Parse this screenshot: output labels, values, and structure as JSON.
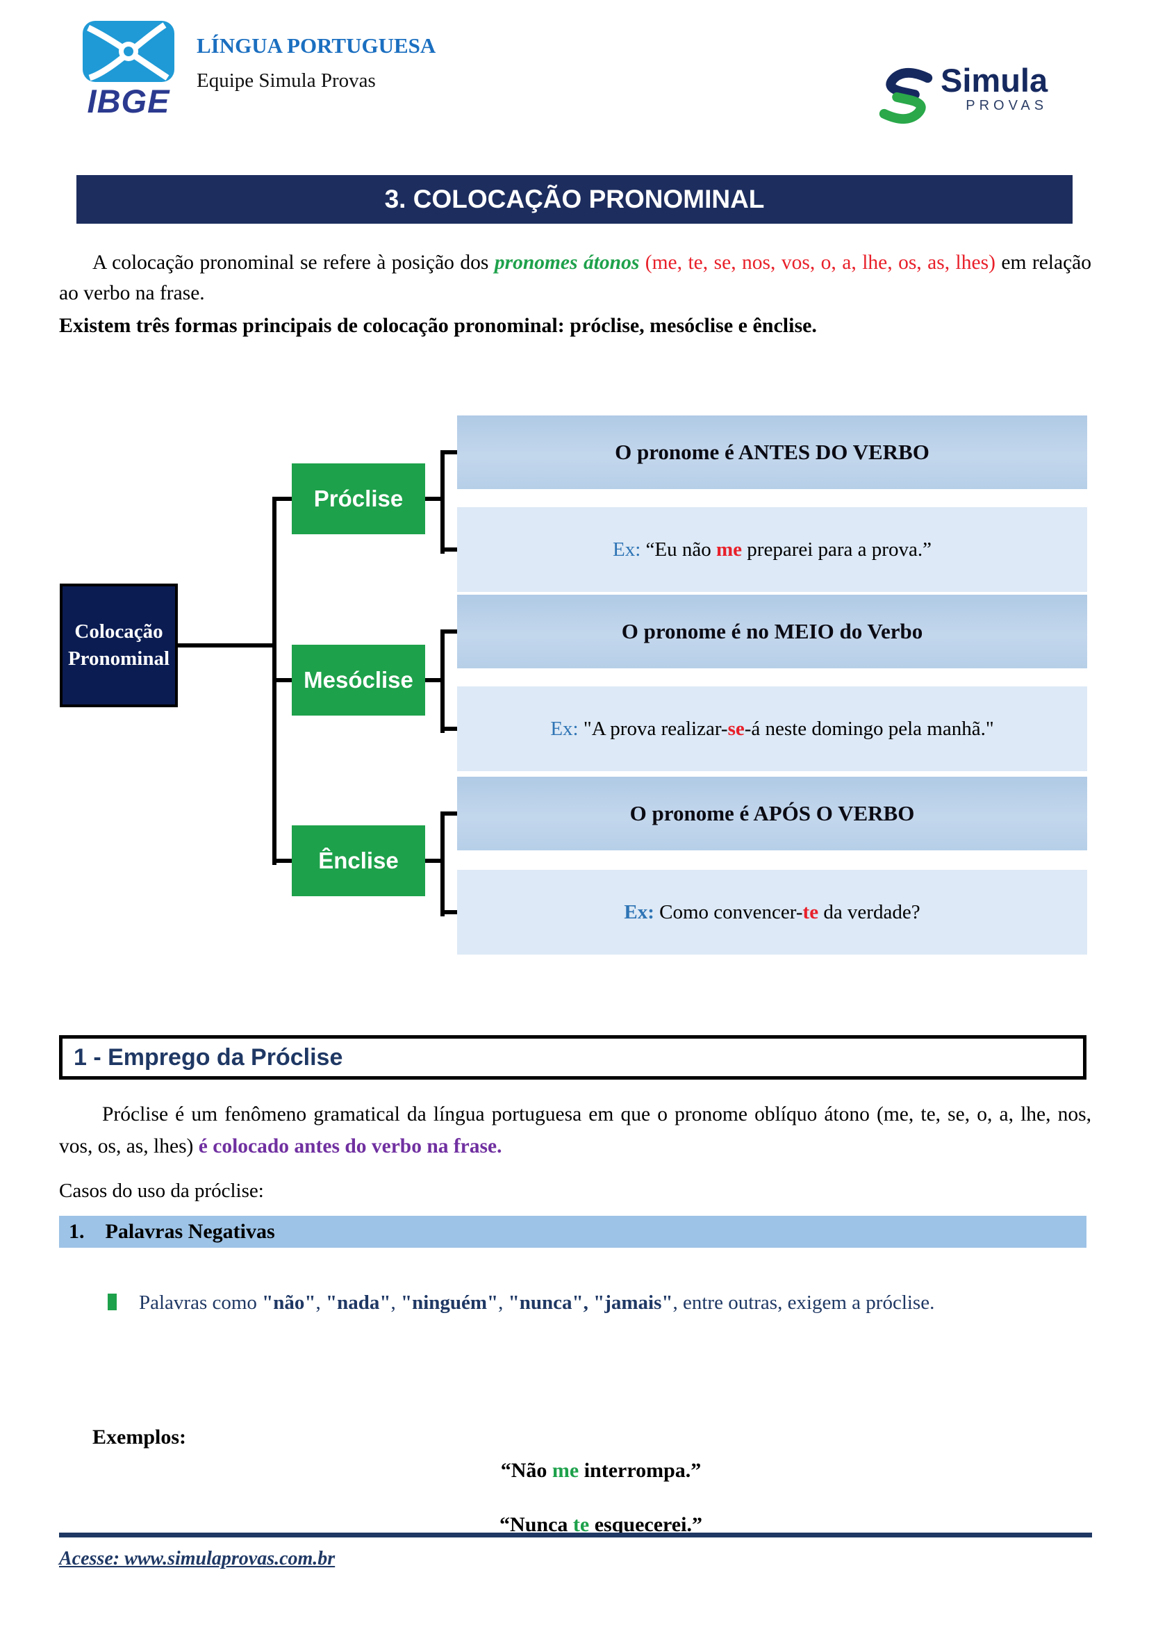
{
  "header": {
    "ibge": {
      "icon": "ibge-logo-icon",
      "wordmark": "IBGE"
    },
    "course_title": "LÍNGUA PORTUGUESA",
    "team": "Equipe Simula Provas",
    "simula": {
      "icon": "simula-s-icon",
      "name": "Simula",
      "sub": "PROVAS"
    }
  },
  "banner": {
    "title": "3. COLOCAÇÃO PRONOMINAL"
  },
  "intro": {
    "p1": {
      "a": "A colocação pronominal se refere à posição dos ",
      "b": "pronomes átonos",
      "c": " ",
      "d": "(me, te, se, nos, vos, o, a, lhe, os, as, lhes)",
      "e": " em relação ao verbo na frase."
    },
    "p2": "Existem três formas principais de colocação pronominal: próclise, mesóclise e ênclise."
  },
  "diagram": {
    "root": "Colocação Pronominal",
    "branches": [
      {
        "label": "Próclise",
        "title": "O pronome é ANTES DO VERBO",
        "ex": {
          "label": "Ex:",
          "pre": " “Eu não ",
          "pronoun": "me",
          "post": " preparei para a prova.”"
        }
      },
      {
        "label": "Mesóclise",
        "title": "O pronome é no MEIO do Verbo",
        "ex": {
          "label": "Ex:",
          "pre": " \"A prova realizar-",
          "pronoun": "se",
          "post": "-á neste domingo pela manhã.\""
        }
      },
      {
        "label": "Ênclise",
        "title": "O pronome é APÓS O VERBO",
        "ex": {
          "label": "Ex:",
          "pre": " Como convencer-",
          "pronoun": "te",
          "post": " da verdade?"
        }
      }
    ]
  },
  "section1": {
    "heading": "1 - Emprego da Próclise",
    "paragraph": {
      "a": "Próclise é um fenômeno gramatical da língua portuguesa em que o pronome oblíquo átono (me, te, se, o, a, lhe, nos, vos, os, as, lhes) ",
      "b": "é colocado antes do verbo na frase",
      "c": "."
    },
    "cases_intro": "Casos do uso da próclise:",
    "case1": {
      "number": "1.",
      "title": "Palavras Negativas"
    },
    "bullet": {
      "a": "Palavras como ",
      "b": "\"não\"",
      "c": ", ",
      "d": "\"nada\"",
      "e": ", ",
      "f": "\"ninguém\"",
      "g": ", ",
      "h": "\"nunca\",",
      "i": " ",
      "j": "\"jamais\"",
      "k": ", entre outras, exigem a próclise."
    },
    "examples_label": "Exemplos:",
    "example1": {
      "a": "“Não ",
      "b": "me",
      "c": " interrompa.”"
    },
    "example2": {
      "a": "“Nunca ",
      "b": "te",
      "c": " esquecerei.”"
    }
  },
  "footer": {
    "link": "Acesse: www.simulaprovas.com.br"
  },
  "colors": {
    "banner_navy": "#1d2d5e",
    "diagram_root_navy": "#0b1c52",
    "branch_green": "#1ea14b",
    "title_box_blue": "#b8d0e8",
    "example_box_blue": "#dde9f6",
    "case_bar_blue": "#9dc3e6",
    "ex_label_blue": "#2e74b5",
    "pronoun_red": "#e8202a",
    "highlight_purple": "#7030a0",
    "body_navy": "#1f3864",
    "course_title_blue": "#1b6fc0",
    "ibge_blue": "#1f9ad6",
    "ibge_wordmark_navy": "#2b3a8f",
    "simula_navy": "#16295f",
    "simula_green": "#2aa84a"
  }
}
